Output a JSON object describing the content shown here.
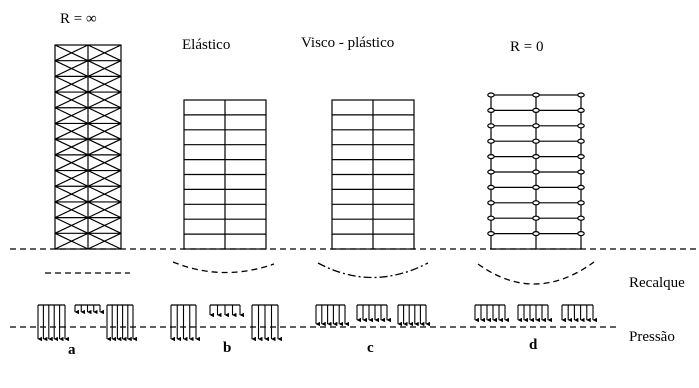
{
  "cases": [
    {
      "id": "a",
      "title": "R = ∞",
      "letter": "a"
    },
    {
      "id": "b",
      "title": "Elástico",
      "letter": "b"
    },
    {
      "id": "c",
      "title": "Visco - plástico",
      "letter": "c"
    },
    {
      "id": "d",
      "title": "R = 0",
      "letter": "d"
    }
  ],
  "side_labels": {
    "settlement": "Recalque",
    "pressure": "Pressão"
  }
}
